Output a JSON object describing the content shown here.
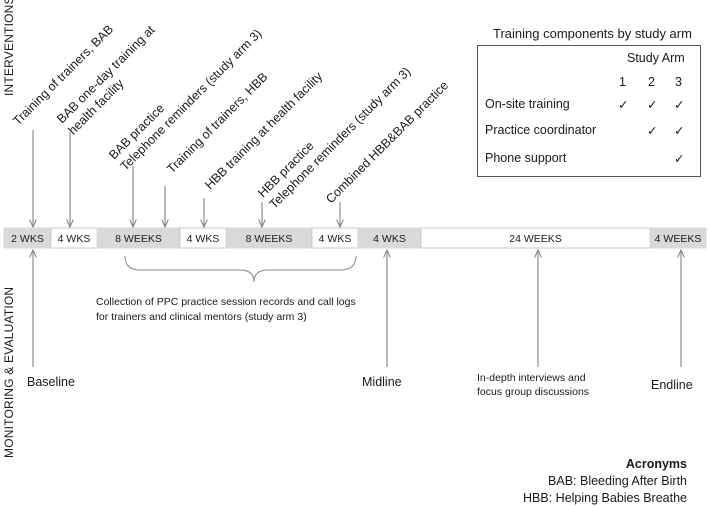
{
  "side_labels": {
    "interventions": "INTERVENTIONS",
    "monitoring": "MONITORING & EVALUATION"
  },
  "timeline": [
    {
      "label": "2 WKS",
      "shaded": true
    },
    {
      "label": "4 WKS",
      "shaded": false
    },
    {
      "label": "8 WEEKS",
      "shaded": true
    },
    {
      "label": "4 WKS",
      "shaded": false
    },
    {
      "label": "8 WEEKS",
      "shaded": true
    },
    {
      "label": "4 WKS",
      "shaded": false
    },
    {
      "label": "4 WKS",
      "shaded": true
    },
    {
      "label": "24 WEEKS",
      "shaded": false
    },
    {
      "label": "4 WEEKS",
      "shaded": true
    }
  ],
  "interventions": [
    {
      "lines": [
        "Training of trainers, BAB"
      ]
    },
    {
      "lines": [
        "BAB one-day training at",
        "health facility"
      ]
    },
    {
      "lines": [
        "BAB practice",
        "Telephone reminders  (study arm 3)"
      ]
    },
    {
      "lines": [
        "Training of trainers, HBB"
      ]
    },
    {
      "lines": [
        "HBB training at health facility"
      ]
    },
    {
      "lines": [
        "HBB practice",
        "Telephone reminders (study arm 3)"
      ]
    },
    {
      "lines": [
        "Combined HBB&BAB  practice"
      ]
    }
  ],
  "monitoring": {
    "brace_label": [
      "Collection of PPC practice session records and call logs",
      "for trainers and clinical mentors (study arm 3)"
    ],
    "baseline": "Baseline",
    "midline": "Midline",
    "interviews": [
      "In-depth interviews and",
      "focus group discussions"
    ],
    "endline": "Endline"
  },
  "components_box": {
    "title": "Training components by study arm",
    "study_arm_label": "Study Arm",
    "arms": [
      "1",
      "2",
      "3"
    ],
    "rows": [
      {
        "label": "On-site training",
        "checks": [
          "✓",
          "✓",
          "✓"
        ]
      },
      {
        "label": "Practice coordinator",
        "checks": [
          "",
          "✓",
          "✓"
        ]
      },
      {
        "label": "Phone support",
        "checks": [
          "",
          "",
          "✓"
        ]
      }
    ]
  },
  "acronyms": {
    "title": "Acronyms",
    "items": [
      "BAB: Bleeding After Birth",
      "HBB: Helping Babies Breathe"
    ]
  },
  "colors": {
    "shaded_segment": "#d9d9d9",
    "arrow": "#8c8c8c",
    "text": "#1a1a1a"
  }
}
